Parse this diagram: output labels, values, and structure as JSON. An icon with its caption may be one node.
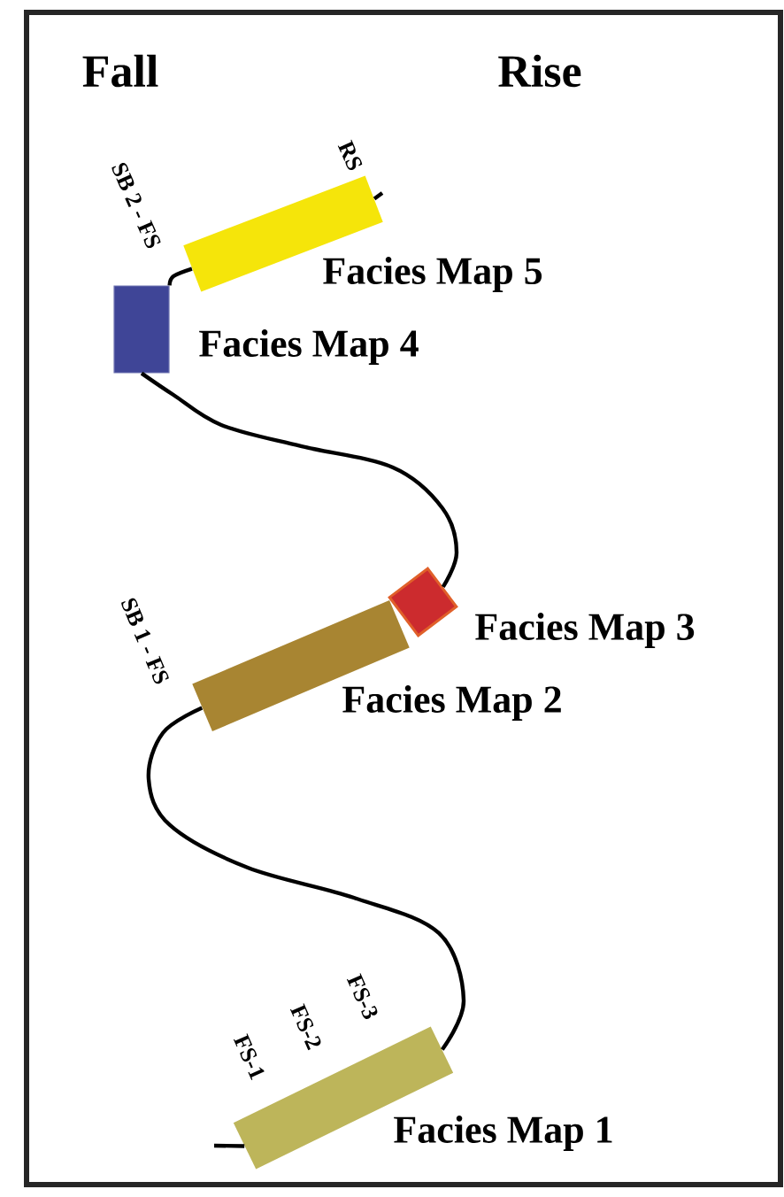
{
  "diagram": {
    "nodes": [
      {
        "text": [],
        "shape": "bar",
        "beside": [
          "Facies Map 1"
        ]
      },
      {
        "text": [],
        "shape": "bar",
        "beside": [
          "Facies Map 2"
        ]
      },
      {
        "text": [],
        "shape": "diamond",
        "beside": [
          "Facies Map 3"
        ]
      },
      {
        "text": [],
        "shape": "box",
        "beside": [
          "Facies Map 4"
        ]
      },
      {
        "text": [],
        "shape": "bar",
        "beside": [
          "Facies Map 5"
        ]
      }
    ],
    "edges": [
      {
        "from": null,
        "to": 0,
        "arrow": "none"
      },
      {
        "from": 0,
        "to": 1,
        "arrow": "none"
      },
      {
        "from": 2,
        "to": 3,
        "arrow": "none"
      },
      {
        "from": 3,
        "to": 4,
        "arrow": "none"
      },
      {
        "from": 4,
        "to": null,
        "arrow": "none"
      }
    ],
    "labels": [
      "Fall",
      "Rise",
      "SB 2 - FS",
      "RS",
      "SB 1 - FS",
      "FS-1",
      "FS-2",
      "FS-3"
    ]
  }
}
